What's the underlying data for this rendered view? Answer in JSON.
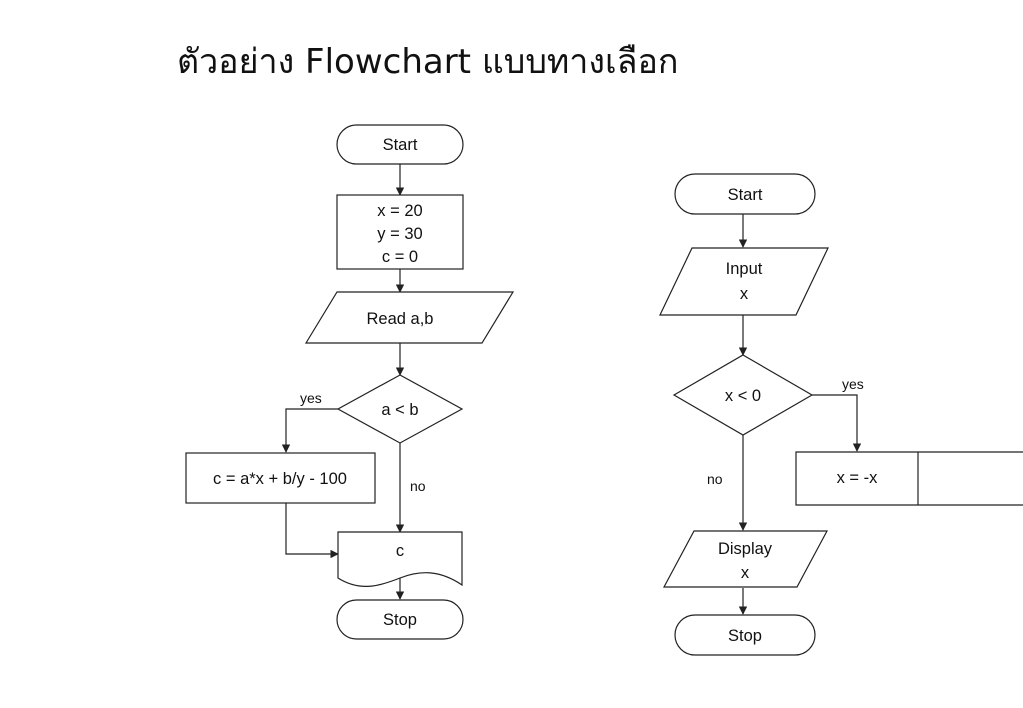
{
  "title": "ตัวอย่าง Flowchart แบบทางเลือก",
  "left": {
    "start": "Start",
    "init": [
      "x = 20",
      "y = 30",
      "c = 0"
    ],
    "read": "Read a,b",
    "decision": "a < b",
    "yes": "yes",
    "no": "no",
    "calc": "c = a*x + b/y - 100",
    "output": "c",
    "stop": "Stop"
  },
  "right": {
    "start": "Start",
    "input": [
      "Input",
      "x"
    ],
    "decision": "x < 0",
    "yes": "yes",
    "no": "no",
    "negate": "x = -x",
    "display": [
      "Display",
      "x"
    ],
    "stop": "Stop"
  }
}
